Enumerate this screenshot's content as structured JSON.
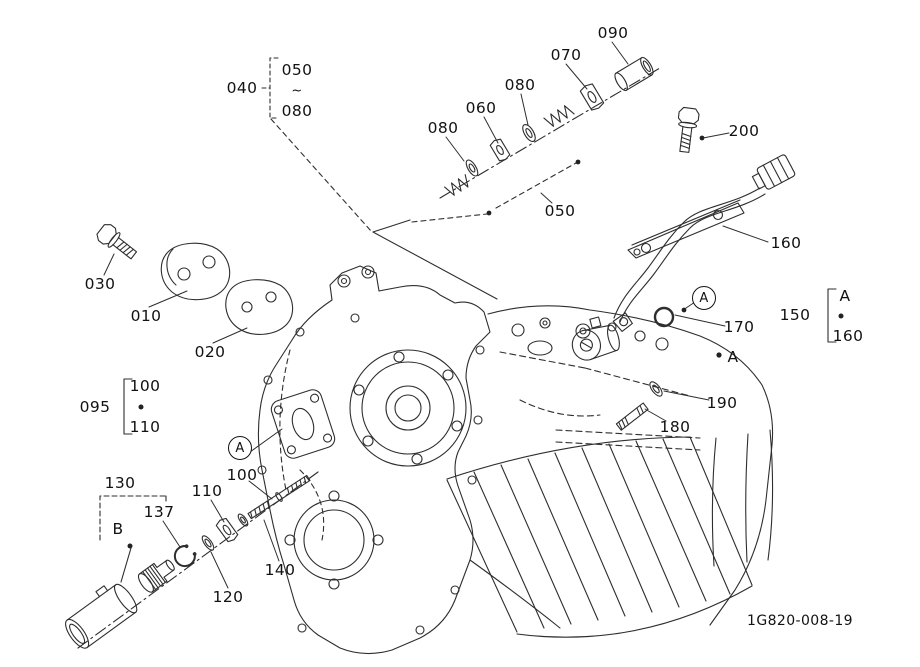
{
  "diagram": {
    "drawing_number": "1G820-008-19",
    "callouts": {
      "c040": "040",
      "c050_range_top": "050",
      "range_tilde": "~",
      "c080_range_bottom": "080",
      "c070": "070",
      "c090": "090",
      "c080_upper": "080",
      "c060": "060",
      "c080_lower": "080",
      "c200": "200",
      "c050_group": "050",
      "c030": "030",
      "c010": "010",
      "c160_leader": "160",
      "c020": "020",
      "cA_view_right": "A",
      "c170": "170",
      "c150": "150",
      "c150_A": "A",
      "c150_160": "160",
      "cA_marker": "A",
      "c095": "095",
      "c095_100": "100",
      "c095_110": "110",
      "c190": "190",
      "c180": "180",
      "cA_view_left": "A",
      "c100": "100",
      "c130": "130",
      "c110": "110",
      "c137": "137",
      "cB": "B",
      "c140": "140",
      "c120": "120"
    }
  }
}
